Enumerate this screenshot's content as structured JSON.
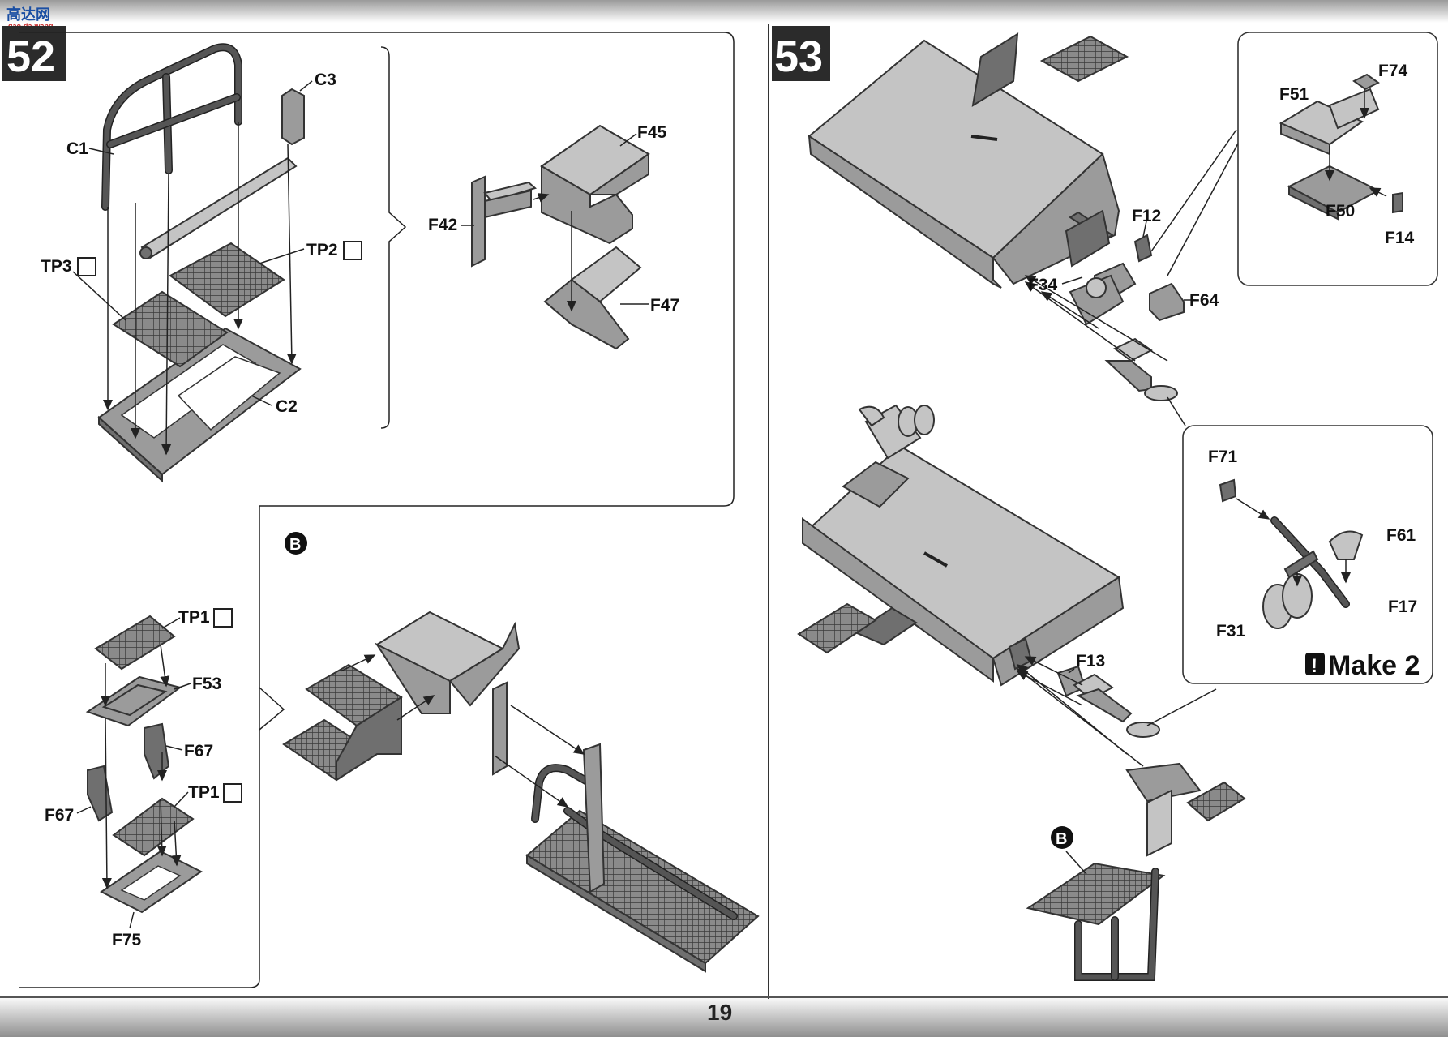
{
  "logo": {
    "main": "高达网",
    "sub": "gao-da-wang"
  },
  "step52": {
    "number": "52",
    "labels": {
      "c1": "C1",
      "c2": "C2",
      "c3": "C3",
      "tp2": "TP2",
      "tp3": "TP3",
      "f42": "F42",
      "f45": "F45",
      "f47": "F47"
    },
    "sub": {
      "marker": "B",
      "labels": {
        "tp1a": "TP1",
        "tp1b": "TP1",
        "f53": "F53",
        "f67a": "F67",
        "f67b": "F67",
        "f75": "F75"
      }
    }
  },
  "step53": {
    "number": "53",
    "labels": {
      "f12": "F12",
      "f13": "F13",
      "f34": "F34",
      "f64": "F64"
    },
    "inset_top": {
      "f51": "F51",
      "f74": "F74",
      "f50": "F50",
      "f14": "F14"
    },
    "inset_bottom": {
      "f71": "F71",
      "f61": "F61",
      "f17": "F17",
      "f31": "F31",
      "make": "Make 2"
    },
    "marker": "B"
  },
  "page_number": "19"
}
